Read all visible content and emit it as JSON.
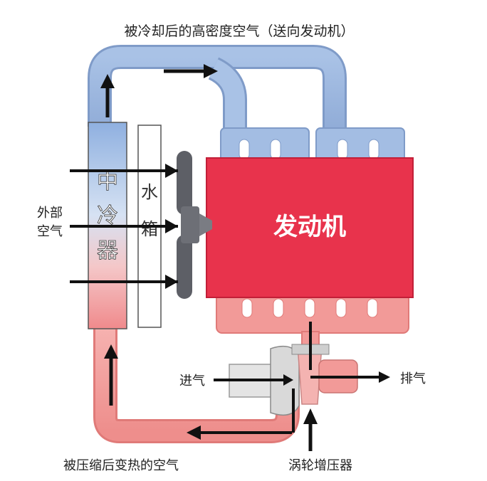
{
  "labels": {
    "top_caption": "被冷却后的高密度空气（送向发动机）",
    "outside_air_line1": "外部",
    "outside_air_line2": "空气",
    "intercooler_char1": "中",
    "intercooler_char2": "冷",
    "intercooler_char3": "器",
    "radiator_char1": "水",
    "radiator_char2": "箱",
    "engine": "发动机",
    "intake": "进气",
    "exhaust": "排气",
    "bottom_caption": "被压缩后变热的空气",
    "turbocharger": "涡轮增压器"
  },
  "colors": {
    "cold_air": "#9db8e0",
    "hot_air": "#f29a98",
    "engine": "#e8334c",
    "arrow": "#111111",
    "text": "#222222",
    "fan": "#5d5f66",
    "turbo_housing": "#d9d9d9"
  }
}
